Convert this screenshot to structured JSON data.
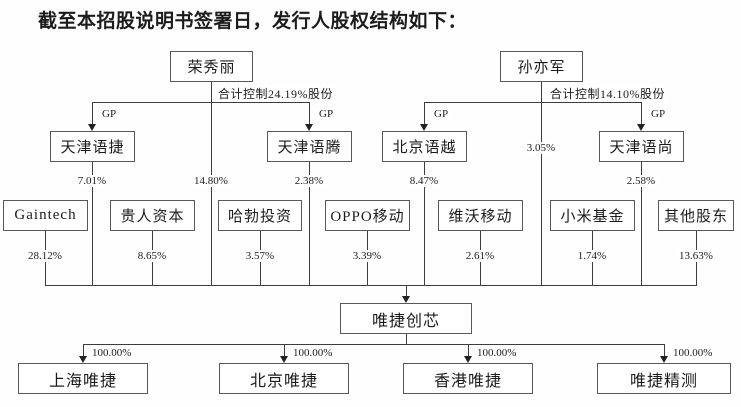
{
  "title": "截至本招股说明书签署日，发行人股权结构如下：",
  "diagram": {
    "gp_label": "GP",
    "founders": [
      {
        "name": "荣秀丽",
        "control_label": "合计控制24.19%股份",
        "direct_stake": "14.80%"
      },
      {
        "name": "孙亦军",
        "control_label": "合计控制14.10%股份",
        "direct_stake": "3.05%"
      }
    ],
    "gp_entities": [
      {
        "name": "天津语捷",
        "stake": "7.01%"
      },
      {
        "name": "天津语腾",
        "stake": "2.38%"
      },
      {
        "name": "北京语越",
        "stake": "8.47%"
      },
      {
        "name": "天津语尚",
        "stake": "2.58%"
      }
    ],
    "shareholders": [
      {
        "name": "Gaintech",
        "stake": "28.12%"
      },
      {
        "name": "贵人资本",
        "stake": "8.65%"
      },
      {
        "name": "哈勃投资",
        "stake": "3.57%"
      },
      {
        "name": "OPPO移动",
        "stake": "3.39%"
      },
      {
        "name": "维沃移动",
        "stake": "2.61%"
      },
      {
        "name": "小米基金",
        "stake": "1.74%"
      },
      {
        "name": "其他股东",
        "stake": "13.63%"
      }
    ],
    "issuer": {
      "name": "唯捷创芯"
    },
    "subsidiaries": [
      {
        "name": "上海唯捷",
        "stake": "100.00%"
      },
      {
        "name": "北京唯捷",
        "stake": "100.00%"
      },
      {
        "name": "香港唯捷",
        "stake": "100.00%"
      },
      {
        "name": "唯捷精测",
        "stake": "100.00%"
      }
    ],
    "colors": {
      "line": "#3d3d3d",
      "box_border": "#585858",
      "text": "#1c1c1c",
      "background": "#fefefe"
    }
  }
}
